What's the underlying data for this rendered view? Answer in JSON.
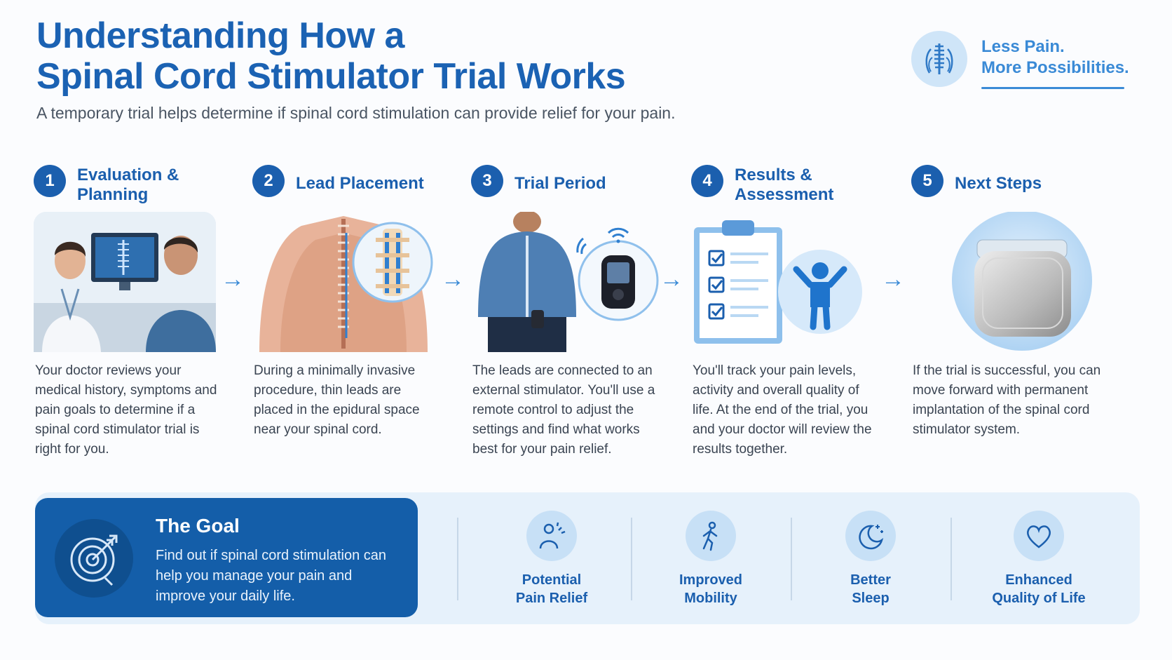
{
  "header": {
    "title_line1": "Understanding How a",
    "title_line2": "Spinal Cord Stimulator Trial Works",
    "subtitle": "A temporary trial helps determine if spinal cord stimulation can provide relief for your pain."
  },
  "brand": {
    "line1": "Less Pain.",
    "line2": "More Possibilities.",
    "icon": "spine-icon"
  },
  "steps": [
    {
      "number": "1",
      "title": "Evaluation & Planning",
      "text": "Your doctor reviews your medical history, symptoms and pain goals to determine if a spinal cord stimulator trial is right for you."
    },
    {
      "number": "2",
      "title": "Lead Placement",
      "text": "During a minimally invasive procedure, thin leads are placed in the epidural space near your spinal cord."
    },
    {
      "number": "3",
      "title": "Trial Period",
      "text": "The leads are connected to an external stimulator. You'll use a remote control to adjust the settings and find what works best for your pain relief."
    },
    {
      "number": "4",
      "title": "Results & Assessment",
      "text": "You'll track your pain levels, activity and overall quality of life. At the end of the trial, you and your doctor will review the results together."
    },
    {
      "number": "5",
      "title": "Next Steps",
      "text": "If the trial is successful, you can move forward with permanent implantation of the spinal cord stimulator system."
    }
  ],
  "arrow_glyph": "→",
  "goal": {
    "title": "The Goal",
    "text": "Find out if spinal cord stimulation can help you manage your pain and improve your daily life.",
    "icon": "target-icon"
  },
  "benefits": [
    {
      "line1": "Potential",
      "line2": "Pain Relief",
      "icon": "person-pain-icon"
    },
    {
      "line1": "Improved",
      "line2": "Mobility",
      "icon": "walking-icon"
    },
    {
      "line1": "Better",
      "line2": "Sleep",
      "icon": "moon-icon"
    },
    {
      "line1": "Enhanced",
      "line2": "Quality of Life",
      "icon": "heart-icon"
    }
  ],
  "colors": {
    "primary": "#1b5fae",
    "accent": "#3a8ad6",
    "goal_card": "#145ea9",
    "band": "#e6f1fb"
  }
}
